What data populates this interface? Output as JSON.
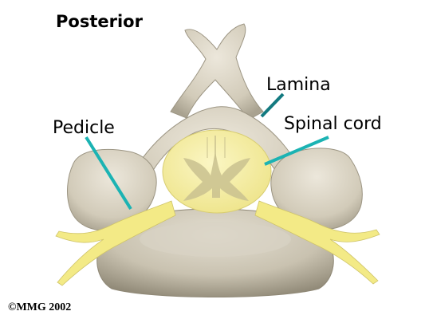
{
  "labels": {
    "posterior": "Posterior",
    "lamina": "Lamina",
    "pedicle": "Pedicle",
    "spinal_cord": "Spinal cord"
  },
  "copyright": "©MMG 2002",
  "colors": {
    "bone": "#d2cbb9",
    "bone_light": "#ece7db",
    "bone_shadow": "#9c9583",
    "cord": "#f5ee98",
    "cord_grey_matter": "#c9c18f",
    "nerve": "#f3ea86",
    "pointer": "#1bb3b3",
    "lamina_pointer": "#137a80"
  }
}
